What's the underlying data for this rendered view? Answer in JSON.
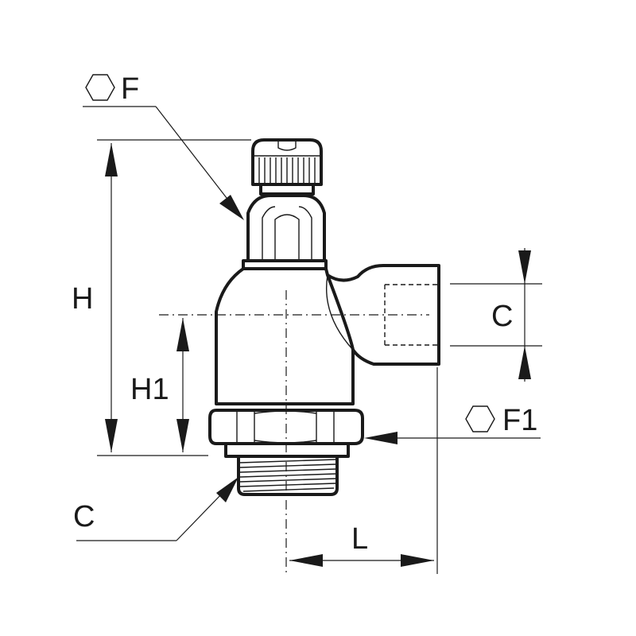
{
  "labels": {
    "hex_top": "F",
    "hex_bottom": "F1",
    "height": "H",
    "height_axis": "H1",
    "port": "C",
    "thread": "C",
    "length": "L"
  }
}
